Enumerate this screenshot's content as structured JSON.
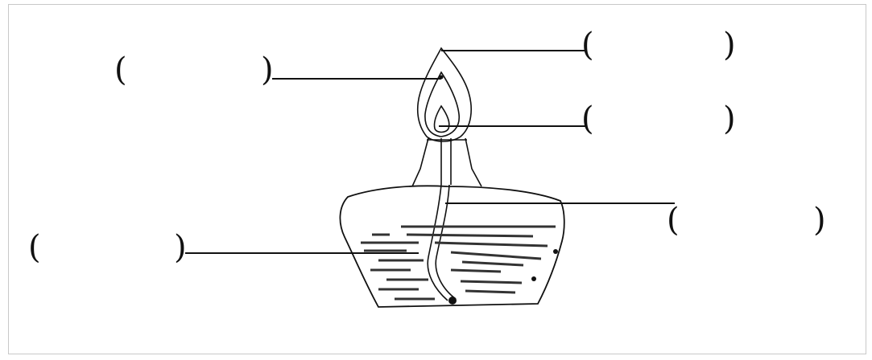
{
  "diagram": {
    "subject": "alcohol lamp / oil lamp labeling figure",
    "labels": [
      {
        "id": "outer-flame",
        "text": "",
        "open": "(",
        "close": ")"
      },
      {
        "id": "inner-flame",
        "text": "",
        "open": "(",
        "close": ")"
      },
      {
        "id": "flame-core",
        "text": "",
        "open": "(",
        "close": ")"
      },
      {
        "id": "wick",
        "text": "",
        "open": "(",
        "close": ")"
      },
      {
        "id": "fuel",
        "text": "",
        "open": "(",
        "close": ")"
      }
    ],
    "colors": {
      "line": "#111111",
      "liquid": "#333333",
      "frame": "#c8c8c8"
    }
  }
}
